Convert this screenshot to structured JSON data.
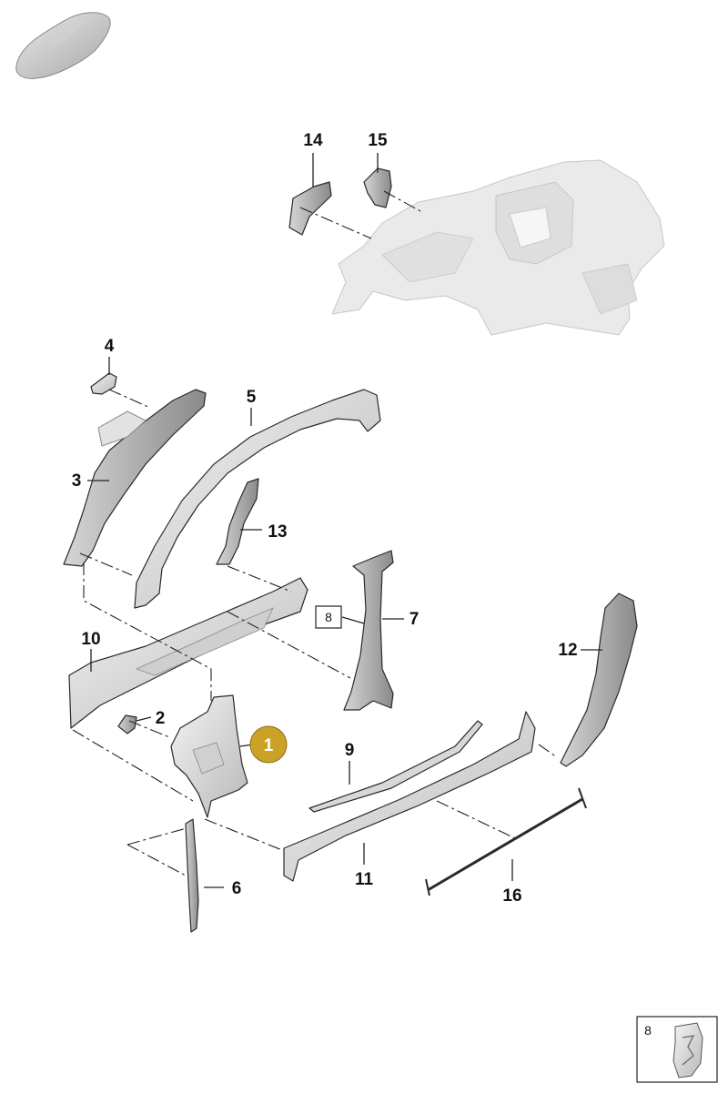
{
  "diagram": {
    "highlight_color": "#c9a227",
    "highlighted_callout": "1",
    "callouts": [
      "1",
      "2",
      "3",
      "4",
      "5",
      "6",
      "7",
      "9",
      "10",
      "11",
      "12",
      "13",
      "14",
      "15",
      "16"
    ],
    "reference_label": "8",
    "inset": {
      "label": "8"
    }
  }
}
